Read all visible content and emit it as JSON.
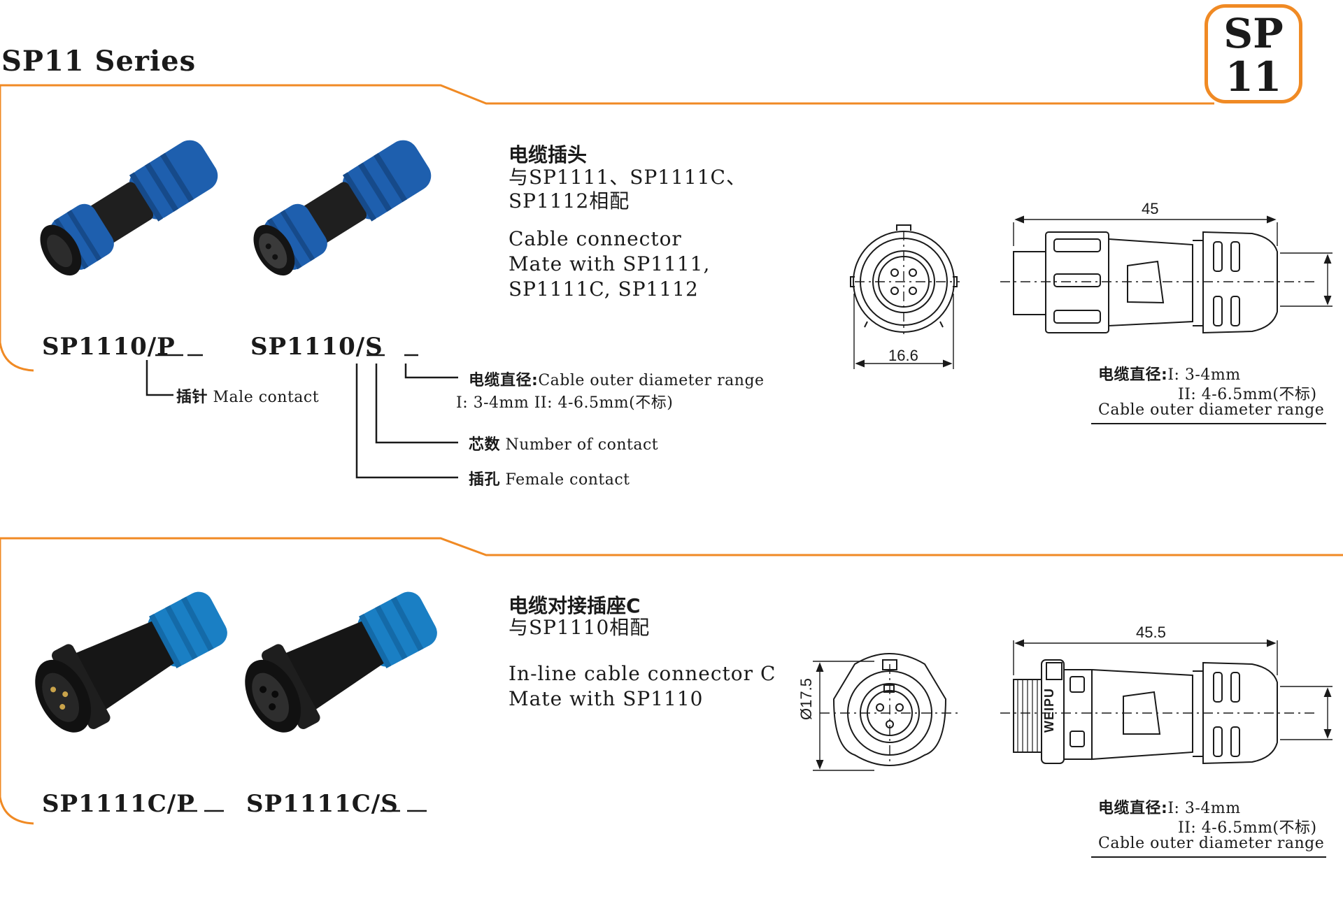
{
  "header": {
    "series_title": "SP11 Series",
    "badge_line1": "SP",
    "badge_line2": "11"
  },
  "colors": {
    "accent": "#f08a24",
    "connector_blue": "#1e5fae",
    "connector_black": "#161616"
  },
  "section1": {
    "title_zh": "电缆插头",
    "mate_zh_line1": "与SP1111、SP1111C、",
    "mate_zh_line2": "SP1112相配",
    "title_en": "Cable connector",
    "mate_en_line1": "Mate with SP1111,",
    "mate_en_line2": "SP1111C, SP1112",
    "model_male": "SP1110/P",
    "model_female": "SP1110/S",
    "label_male_zh": "插针",
    "label_male_en": "Male contact",
    "label_cable_zh": "电缆直径:",
    "label_cable_en": "Cable outer  diameter range",
    "label_cable_values": "I: 3-4mm II: 4-6.5mm(不标)",
    "label_count_zh": "芯数",
    "label_count_en": "Number of contact",
    "label_female_zh": "插孔",
    "label_female_en": "Female contact",
    "dim_length": "45",
    "dim_face": "16.6",
    "note_zh": "电缆直径:",
    "note_range1": "I: 3-4mm",
    "note_range2": "II: 4-6.5mm(不标)",
    "note_en": "Cable outer  diameter range"
  },
  "section2": {
    "title_zh": "电缆对接插座C",
    "mate_zh": "与SP1110相配",
    "title_en": "In-line  cable  connector C",
    "mate_en": "Mate with SP1110",
    "model_male": "SP1111C/P",
    "model_female": "SP1111C/S",
    "dim_length": "45.5",
    "dim_face": "Ø17.5",
    "body_marking": "WEIPU",
    "note_zh": "电缆直径:",
    "note_range1": "I: 3-4mm",
    "note_range2": "II: 4-6.5mm(不标)",
    "note_en": "Cable outer  diameter range"
  }
}
